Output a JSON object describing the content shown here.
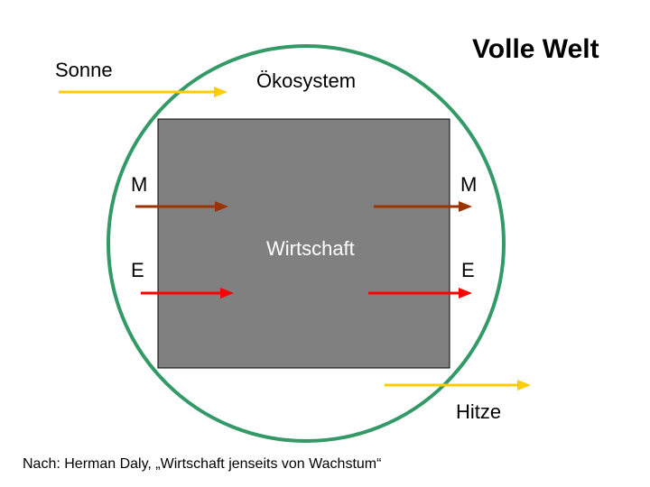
{
  "title": "Volle Welt",
  "labels": {
    "sun": "Sonne",
    "ecosystem": "Ökosystem",
    "economy": "Wirtschaft",
    "matter_in": "M",
    "matter_out": "M",
    "energy_in": "E",
    "energy_out": "E",
    "heat": "Hitze"
  },
  "credit": "Nach: Herman Daly, „Wirtschaft jenseits von Wachstum“",
  "colors": {
    "ecosystem_circle": "#339966",
    "economy_fill": "#808080",
    "sun_arrow": "#ffcc00",
    "heat_arrow": "#ffcc00",
    "matter_arrow": "#993300",
    "energy_arrow": "#ff0000"
  }
}
